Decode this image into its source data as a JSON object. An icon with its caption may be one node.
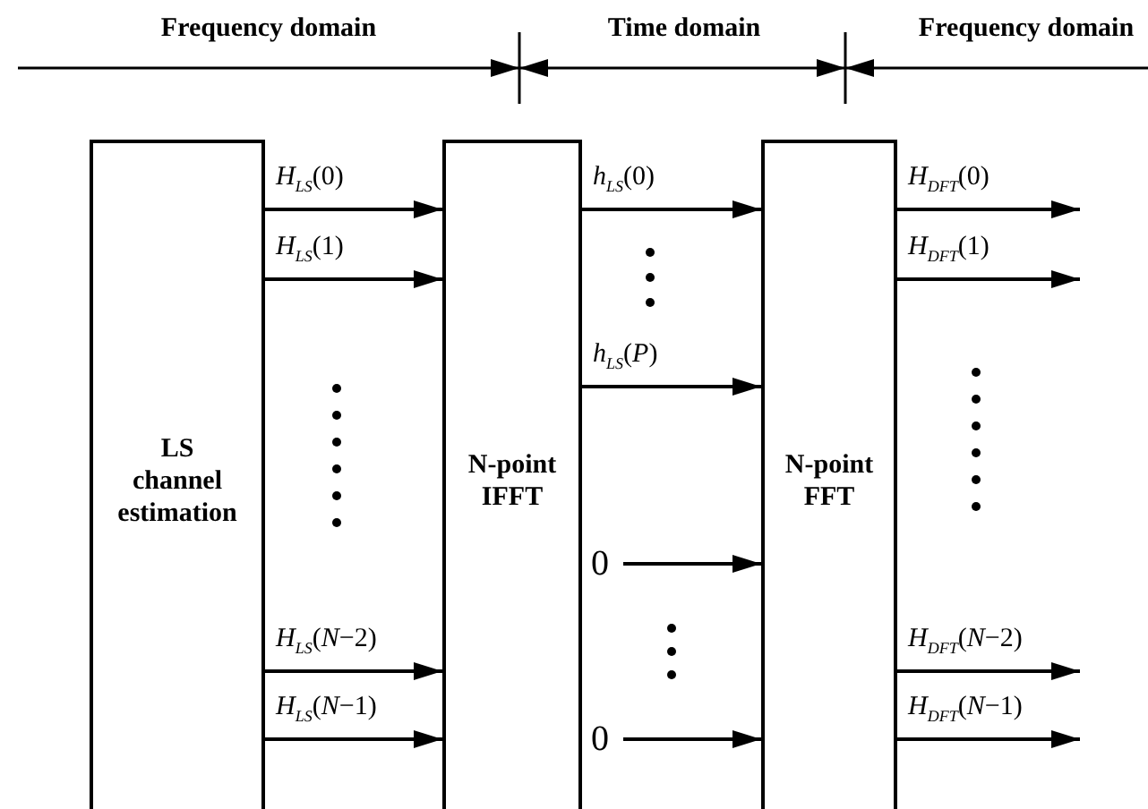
{
  "diagram": {
    "nodes": [
      {
        "text": [
          "LS channel estimation"
        ]
      },
      {
        "text": [
          "N-point IFFT"
        ]
      },
      {
        "text": [
          "N-point FFT"
        ]
      },
      {
        "text": [
          "0"
        ]
      },
      {
        "text": [
          "0"
        ]
      }
    ],
    "edges": [
      {
        "from": 0,
        "to": 1,
        "arrow": "to",
        "label": "*H*$_{LS}$(0)"
      },
      {
        "from": 0,
        "to": 1,
        "arrow": "to",
        "label": "*H*$_{LS}$(1)"
      },
      {
        "from": 0,
        "to": 1,
        "arrow": "to",
        "label": "*H*$_{LS}$(*N*−2)"
      },
      {
        "from": 0,
        "to": 1,
        "arrow": "to",
        "label": "*H*$_{LS}$(*N*−1)"
      },
      {
        "from": 1,
        "to": 2,
        "arrow": "to",
        "label": "*h*$_{LS}$(0)"
      },
      {
        "from": 1,
        "to": 2,
        "arrow": "to",
        "label": "*h*$_{LS}$(*P*)"
      },
      {
        "from": 3,
        "to": 2,
        "arrow": "to"
      },
      {
        "from": 4,
        "to": 2,
        "arrow": "to"
      },
      {
        "from": 2,
        "to": null,
        "arrow": "to",
        "label": "*H*$_{DFT}$(0)"
      },
      {
        "from": 2,
        "to": null,
        "arrow": "to",
        "label": "*H*$_{DFT}$(1)"
      },
      {
        "from": 2,
        "to": null,
        "arrow": "to",
        "label": "*H*$_{DFT}$(*N*−2)"
      },
      {
        "from": 2,
        "to": null,
        "arrow": "to",
        "label": "*H*$_{DFT}$(*N*−1)"
      }
    ],
    "labels": [
      "Frequency domain",
      "Time domain",
      "Frequency domain"
    ]
  }
}
